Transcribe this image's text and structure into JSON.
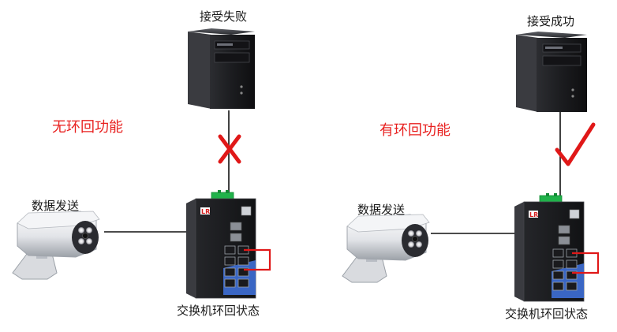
{
  "left_panel": {
    "server_label": "接受失败",
    "loop_function_label": "无环回功能",
    "camera_label": "数据发送",
    "switch_label": "交换机环回状态",
    "status_mark": "cross-icon"
  },
  "right_panel": {
    "server_label": "接受成功",
    "loop_function_label": "有环回功能",
    "camera_label": "数据发送",
    "switch_label": "交换机环回状态",
    "status_mark": "check-icon"
  },
  "colors": {
    "accent_red": "#e8201f",
    "loop_red": "#e01818",
    "line": "#111111",
    "device_dark": "#1e1f22",
    "switch_panel_blue": "#3a66c4"
  }
}
